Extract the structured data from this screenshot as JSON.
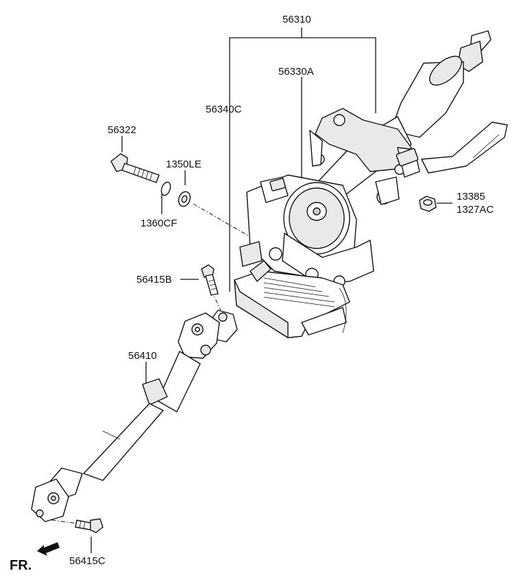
{
  "labels": {
    "p56310": "56310",
    "p56330A": "56330A",
    "p56340C": "56340C",
    "p56322": "56322",
    "p1350LE": "1350LE",
    "p1360CF": "1360CF",
    "p13385": "13385",
    "p1327AC": "1327AC",
    "p56415B": "56415B",
    "p56410": "56410",
    "p56415C": "56415C"
  },
  "direction": {
    "label": "FR."
  }
}
